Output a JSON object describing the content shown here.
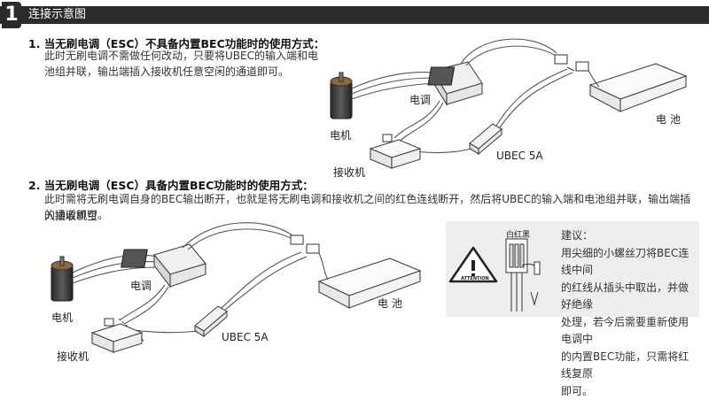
{
  "header": {
    "number": "1",
    "title": "连接示意图"
  },
  "section1": {
    "heading": "1. 当无刷电调（ESC）不具备内置BEC功能时的使用方式：",
    "lines": [
      "此时无刷电调不需做任何改动，只要将UBEC的输入端和电",
      "池组并联，输出端插入接收机任意空闲的通道即可。"
    ],
    "labels": {
      "motor": "电机",
      "esc": "电调",
      "receiver": "接收机",
      "ubec": "UBEC 5A",
      "battery": "电 池"
    }
  },
  "section2": {
    "heading": "2. 当无刷电调（ESC）具备内置BEC功能时的使用方式：",
    "lines": [
      "此时需将无刷电调自身的BEC输出断开，也就是将无刷电调和接收机之间的红色连线断开，然后将UBEC的输入端和电池组并联，输出端插入接收机空",
      "的通道即可。"
    ],
    "labels": {
      "motor": "电机",
      "esc": "电调",
      "receiver": "接收机",
      "ubec": "UBEC 5A",
      "battery": "电 池"
    }
  },
  "tip": {
    "wire_label": "白红黑",
    "attention": "ATTENTION",
    "lines": [
      "建议：",
      "用尖细的小螺丝刀将BEC连线中间",
      "的红线从插头中取出，并做好绝缘",
      "处理，若今后需要重新使用电调中",
      "的内置BEC功能，只需将红线复原",
      "即可。"
    ]
  }
}
